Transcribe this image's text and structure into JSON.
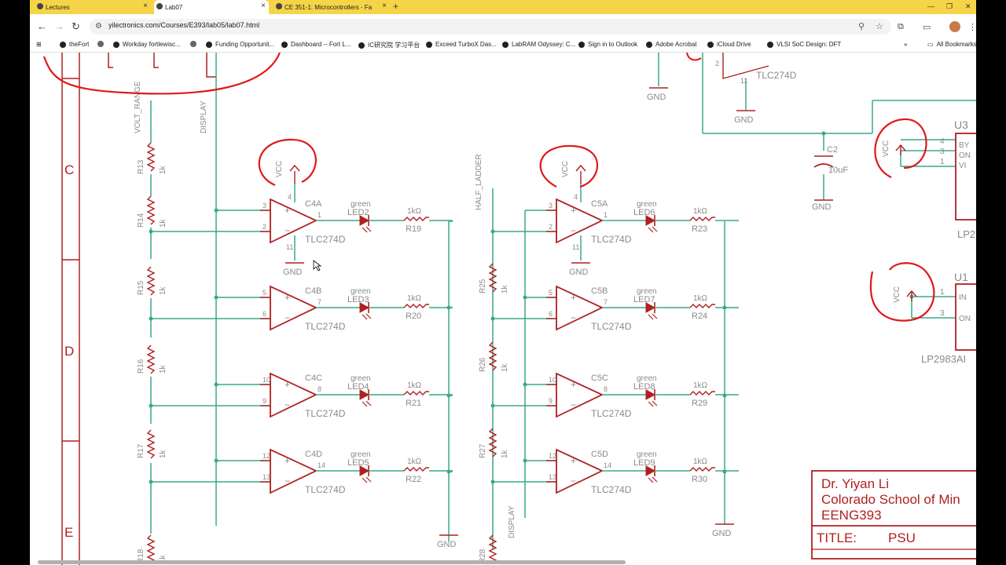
{
  "browser": {
    "tabs": [
      {
        "label": "Lectures",
        "active": false
      },
      {
        "label": "Lab07",
        "active": true
      },
      {
        "label": "CE 351-1: Microcontrollers - Fa",
        "active": false
      }
    ],
    "url": "yilectronics.com/Courses/E393/lab05/lab07.html",
    "bookmarks": [
      "theFort",
      "Workday fortlewisc...",
      "Funding Opportunit...",
      "Dashboard -- Fort L...",
      "IC研究院 学习平台",
      "Exceed TurboX Das...",
      "LabRAM Odyssey: C...",
      "Sign in to Outlook",
      "Adobe Acrobat",
      "iCloud Drive",
      "VLSI SoC Design: DFT"
    ],
    "all_bookmarks": "All Bookmarks"
  },
  "schematic": {
    "net_labels": {
      "volt_range": "VOLT_RANGE",
      "display_left": "DISPLAY",
      "half_ladder": "HALF_LADDER",
      "display_right": "DISPLAY"
    },
    "zones": [
      "C",
      "D",
      "E"
    ],
    "resistors_left": [
      "R13",
      "R14",
      "R15",
      "R16",
      "R17",
      "R18"
    ],
    "resistors_right": [
      "R25",
      "R26",
      "R27",
      "R28"
    ],
    "res_value": "1k",
    "resistor_value_label": "1kΩ",
    "vcc": "VCC",
    "gnd": "GND",
    "led_color": "green",
    "opamp_part": "TLC274D",
    "opamps_left": [
      {
        "name": "C4A",
        "pins": [
          "3",
          "2",
          "1"
        ],
        "led": "LED2",
        "res": "R19",
        "supply": [
          "4",
          "11"
        ]
      },
      {
        "name": "C4B",
        "pins": [
          "5",
          "6",
          "7"
        ],
        "led": "LED3",
        "res": "R20"
      },
      {
        "name": "C4C",
        "pins": [
          "10",
          "9",
          "8"
        ],
        "led": "LED4",
        "res": "R21"
      },
      {
        "name": "C4D",
        "pins": [
          "12",
          "13",
          "14"
        ],
        "led": "LED5",
        "res": "R22"
      }
    ],
    "opamps_right": [
      {
        "name": "C5A",
        "pins": [
          "3",
          "2",
          "1"
        ],
        "led": "LED6",
        "res": "R23",
        "supply": [
          "4",
          "11"
        ]
      },
      {
        "name": "C5B",
        "pins": [
          "5",
          "6",
          "7"
        ],
        "led": "LED7",
        "res": "R24"
      },
      {
        "name": "C5C",
        "pins": [
          "10",
          "9",
          "8"
        ],
        "led": "LED8",
        "res": "R29"
      },
      {
        "name": "C5D",
        "pins": [
          "12",
          "13",
          "14"
        ],
        "led": "LED9",
        "res": "R30"
      }
    ],
    "top_opamp_pin": "2",
    "top_opamp_supply_pin": "11",
    "cap": {
      "name": "C2",
      "value": "10uF"
    },
    "u3": {
      "name": "U3",
      "pins": [
        "4",
        "3",
        "1"
      ],
      "labels": [
        "BY",
        "ON",
        "VI"
      ],
      "part": "LP2"
    },
    "u1": {
      "name": "U1",
      "pins": [
        "1",
        "3"
      ],
      "labels": [
        "IN",
        "ON"
      ],
      "part": "LP2983AI"
    },
    "title_block": {
      "author": "Dr. Yiyan Li",
      "school": "Colorado School of Min",
      "course": "EENG393",
      "title_label": "TITLE:",
      "title": "PSU"
    }
  },
  "colors": {
    "wire": "#3aa88a",
    "part": "#b02020",
    "ink": "#e01818",
    "text": "#8a8a8a",
    "tabbar": "#f5d547"
  }
}
